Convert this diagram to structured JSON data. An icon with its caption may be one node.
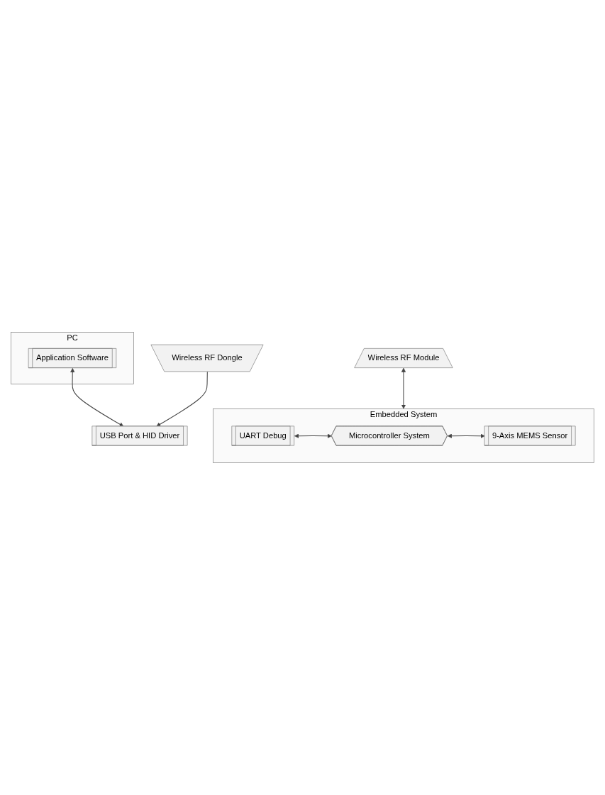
{
  "diagram": {
    "nodes": [
      {
        "text": [
          "PC"
        ]
      },
      {
        "text": [
          "Application Software"
        ],
        "in": 0
      },
      {
        "text": [
          "USB Port & HID Driver"
        ]
      },
      {
        "text": [
          "Wireless RF Dongle"
        ]
      },
      {
        "text": [
          "Wireless RF Module"
        ]
      },
      {
        "text": [
          "Embedded System"
        ]
      },
      {
        "text": [
          "UART Debug"
        ],
        "in": 5
      },
      {
        "text": [
          "Microcontroller System"
        ],
        "in": 5
      },
      {
        "text": [
          "9-Axis MEMS Sensor"
        ],
        "in": 5
      }
    ],
    "edges": [
      {
        "from": 1,
        "to": 2,
        "arrow": "both"
      },
      {
        "from": 3,
        "to": 2,
        "arrow": "to"
      },
      {
        "from": 4,
        "to": 5,
        "arrow": "both"
      },
      {
        "from": 6,
        "to": 7,
        "arrow": "both"
      },
      {
        "from": 7,
        "to": 8,
        "arrow": "both"
      }
    ]
  }
}
